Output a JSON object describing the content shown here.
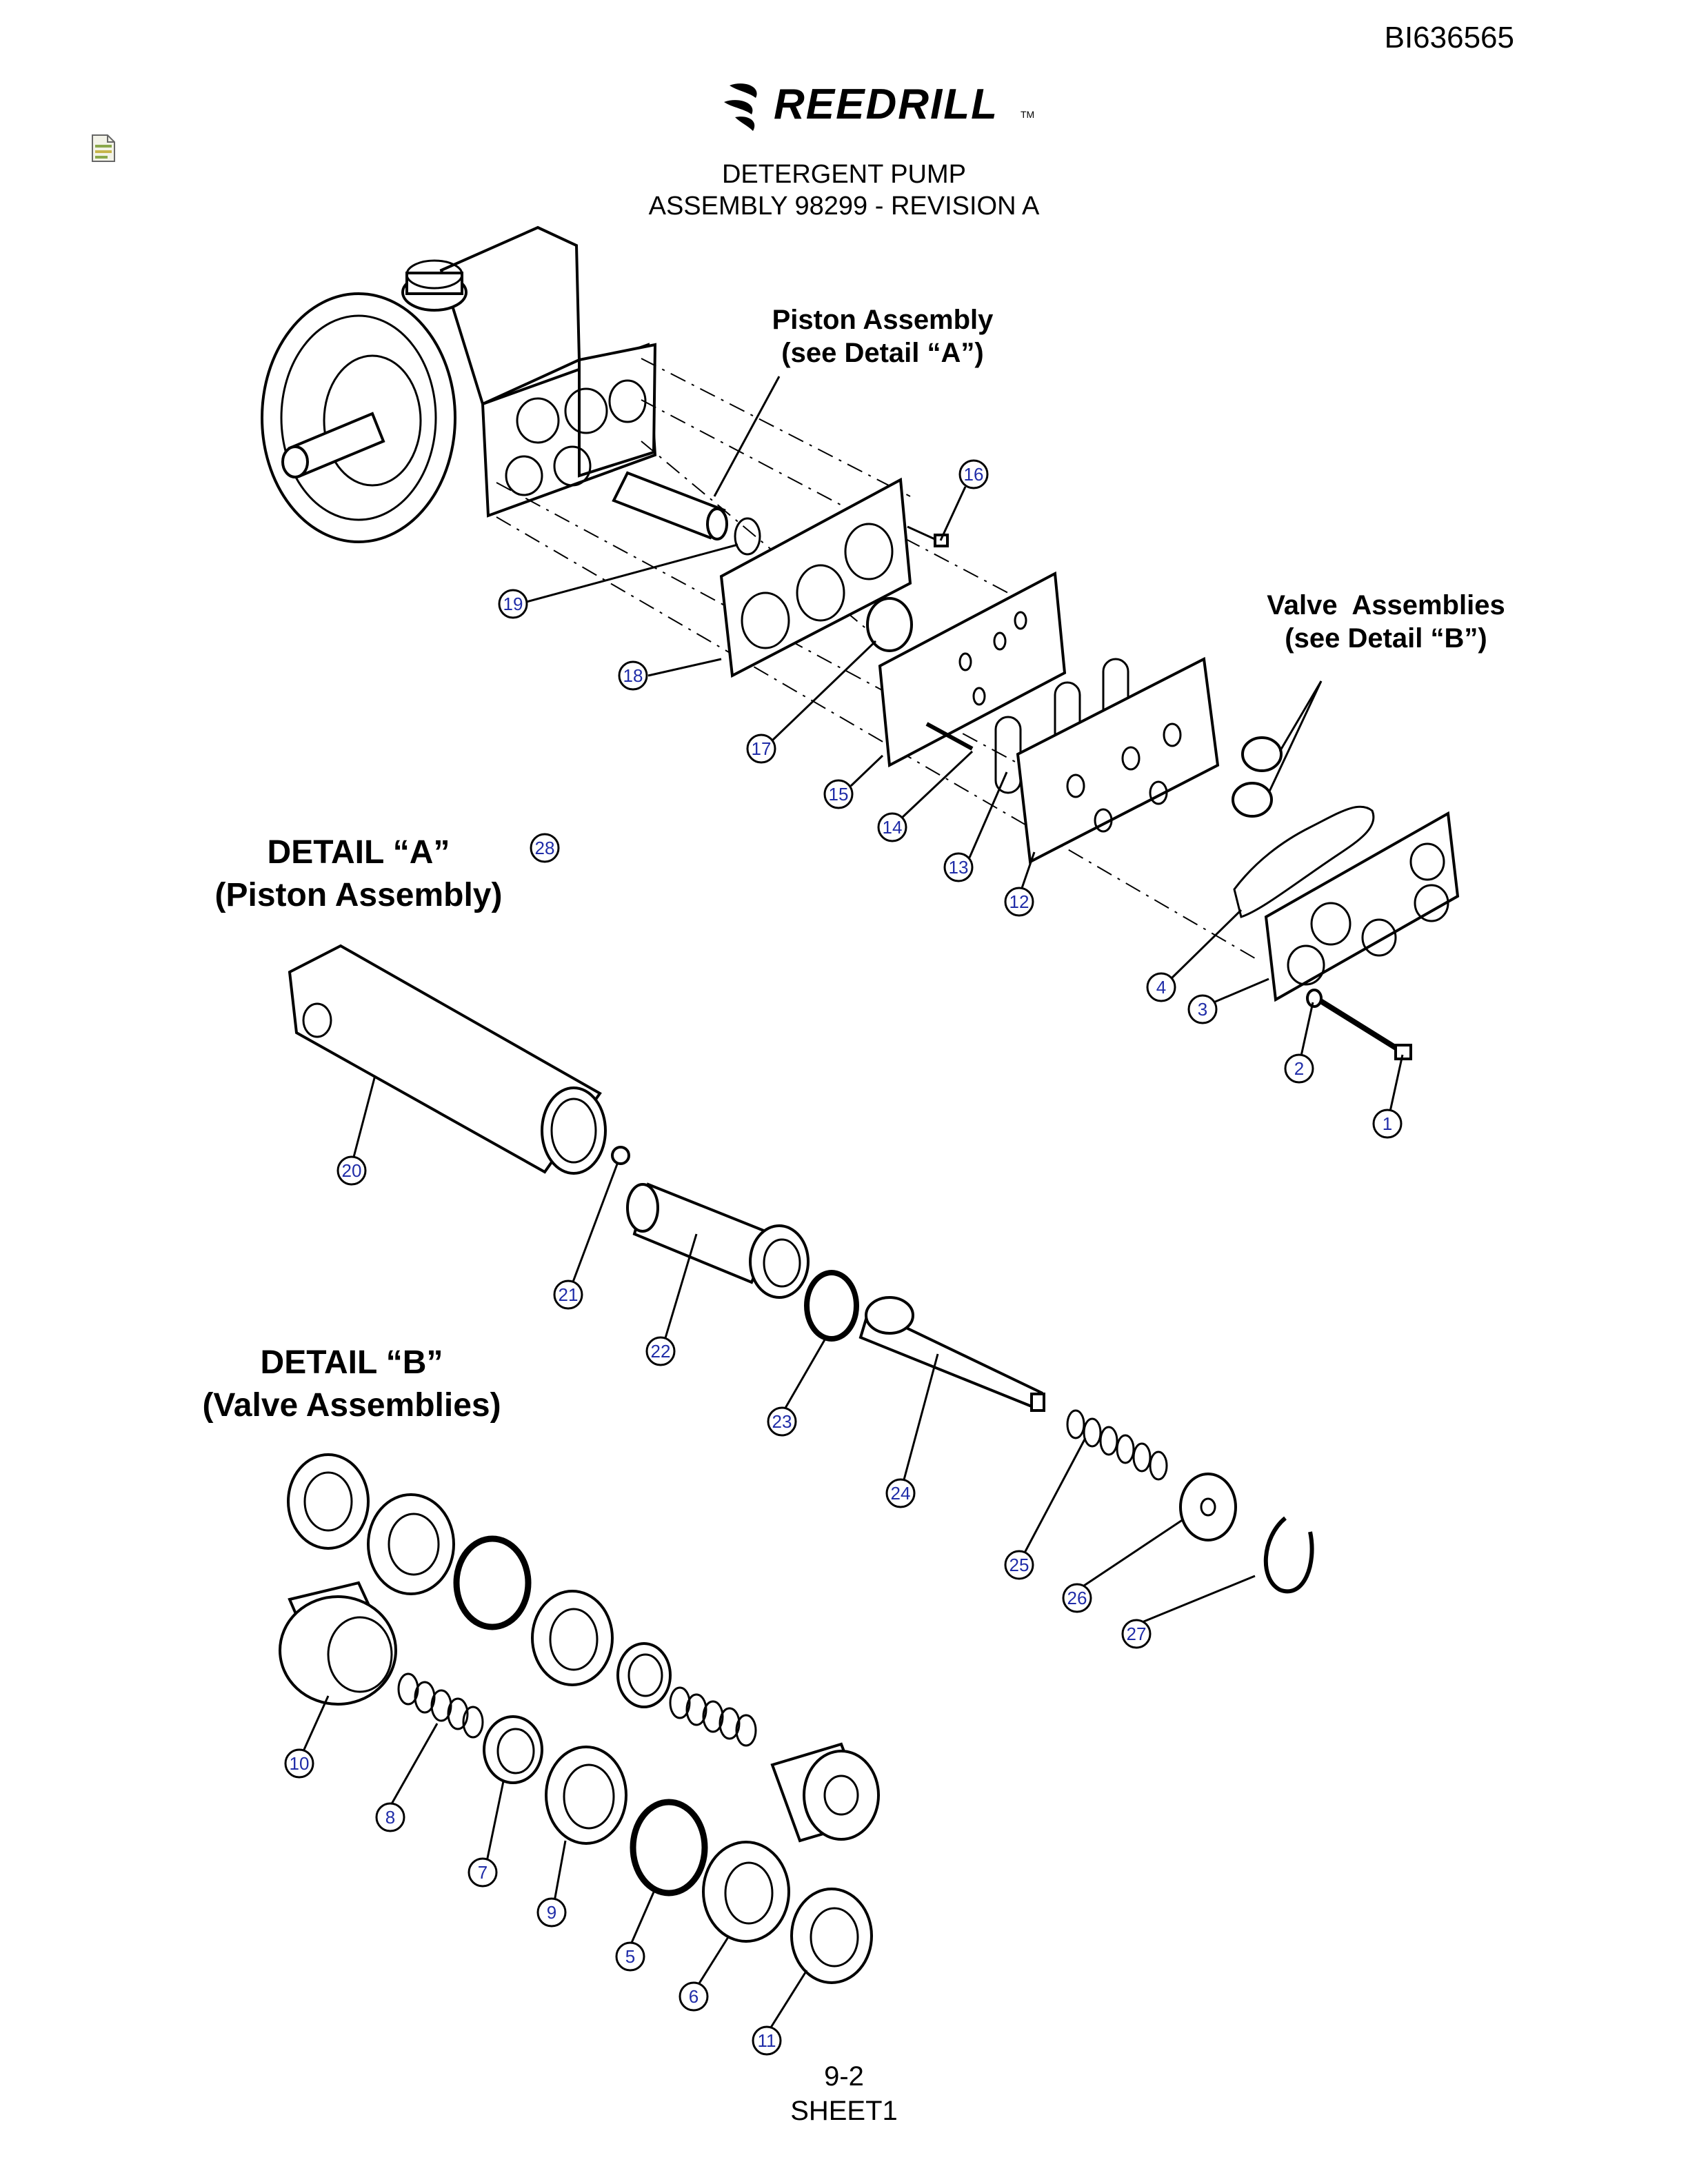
{
  "document_id": "BI636565",
  "brand": {
    "name": "REEDRILL",
    "trademark": "TM"
  },
  "title": {
    "line1": "DETERGENT PUMP",
    "line2": "ASSEMBLY 98299 - REVISION A"
  },
  "labels": {
    "piston_assembly": [
      "Piston Assembly",
      "(see Detail “A”)"
    ],
    "valve_assemblies": [
      "Valve  Assemblies",
      "(see Detail “B”)"
    ],
    "detail_a": [
      "DETAIL “A”",
      "(Piston Assembly)"
    ],
    "detail_b": [
      "DETAIL “B”",
      "(Valve Assemblies)"
    ]
  },
  "callouts": [
    "1",
    "2",
    "3",
    "4",
    "5",
    "6",
    "7",
    "8",
    "9",
    "10",
    "11",
    "12",
    "13",
    "14",
    "15",
    "16",
    "17",
    "18",
    "19",
    "20",
    "21",
    "22",
    "23",
    "24",
    "25",
    "26",
    "27",
    "28"
  ],
  "icons": {
    "document": "document-icon",
    "logo": "reedrill-logo-icon"
  },
  "footer": {
    "page": "9-2",
    "sheet": "SHEET1"
  }
}
